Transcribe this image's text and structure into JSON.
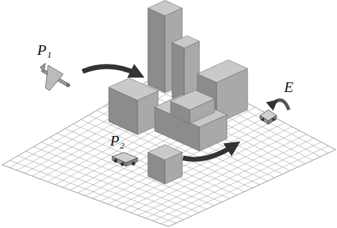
{
  "diagram": {
    "labels": [
      "P₁",
      "P₂",
      "E"
    ]
  }
}
